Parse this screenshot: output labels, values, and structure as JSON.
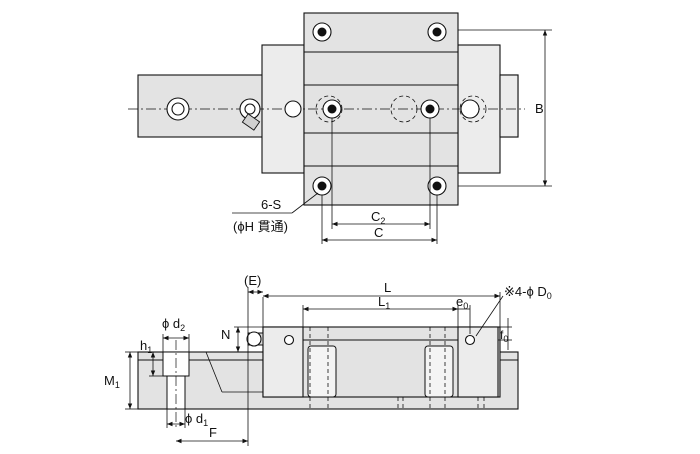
{
  "labels": {
    "B": "B",
    "six_s": "6-S",
    "phi_h": "(ϕH 貫通)",
    "C2": "C",
    "C2_sub": "2",
    "C": "C",
    "E": "(E)",
    "L": "L",
    "L1": "L",
    "L1_sub": "1",
    "e0": "e",
    "e0_sub": "0",
    "D0_note": "※4-ϕ D",
    "D0_sub": "0",
    "N": "N",
    "f0": "f",
    "f0_sub": "0",
    "phi_d2": "ϕ d",
    "d2_sub": "2",
    "h1": "h",
    "h1_sub": "1",
    "M1": "M",
    "M1_sub": "1",
    "phi_d1": "ϕ d",
    "d1_sub": "1",
    "F": "F"
  },
  "colors": {
    "line": "#111111",
    "fill": "#e3e3e3",
    "background": "#ffffff"
  }
}
